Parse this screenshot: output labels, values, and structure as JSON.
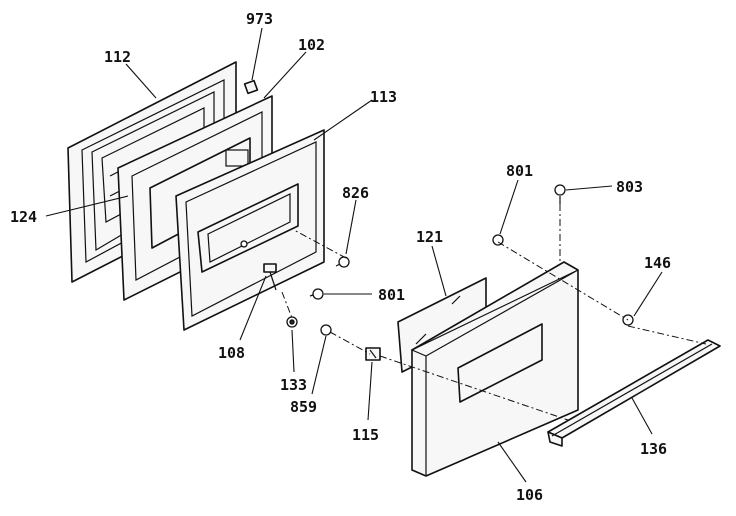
{
  "callouts": {
    "p112": "112",
    "p973": "973",
    "p102": "102",
    "p113": "113",
    "p124": "124",
    "p826": "826",
    "p801a": "801",
    "p803": "803",
    "p121": "121",
    "p146": "146",
    "p801b": "801",
    "p108": "108",
    "p133": "133",
    "p859": "859",
    "p115": "115",
    "p136": "136",
    "p106": "106"
  },
  "colors": {
    "line": "#111111",
    "background": "#ffffff"
  }
}
